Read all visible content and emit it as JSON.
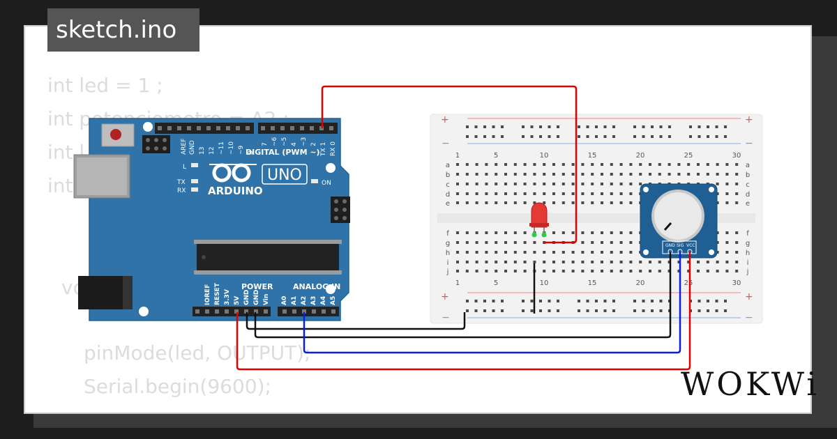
{
  "file_tab": {
    "name": "sketch.ino"
  },
  "code": {
    "lines": [
      "int led = 1 ;",
      "int potenciometro = A2 ;",
      "int l",
      "int",
      "vo",
      "pinMode(led, OUTPUT);",
      "Serial.begin(9600);"
    ]
  },
  "arduino": {
    "logo_text": "ARDUINO",
    "model": "UNO",
    "digital_label": "DIGITAL (PWM ~)",
    "digital_pins": [
      "AREF",
      "GND",
      "13",
      "12",
      "~11",
      "~10",
      "~9",
      "8",
      "7",
      "~6",
      "~5",
      "4",
      "~3",
      "2",
      "TX 1",
      "RX 0"
    ],
    "led_labels": {
      "l": "L",
      "tx": "TX",
      "rx": "RX",
      "on": "ON"
    },
    "power_label": "POWER",
    "analog_label": "ANALOG IN",
    "power_pins": [
      "IOREF",
      "RESET",
      "3.3V",
      "5V",
      "GND",
      "GND",
      "Vin"
    ],
    "analog_pins": [
      "A0",
      "A1",
      "A2",
      "A3",
      "A4",
      "A5"
    ]
  },
  "breadboard": {
    "column_numbers": [
      "1",
      "5",
      "10",
      "15",
      "20",
      "25",
      "30"
    ],
    "rows_top": [
      "a",
      "b",
      "c",
      "d",
      "e"
    ],
    "rows_bottom": [
      "f",
      "g",
      "h",
      "i",
      "j"
    ],
    "rail_plus": "+",
    "rail_minus": "−"
  },
  "potentiometer": {
    "pins": [
      "GND",
      "SIG",
      "VCC"
    ]
  },
  "led": {
    "color": "#e53935"
  },
  "wires": {
    "red": "#e00000",
    "black": "#111111",
    "blue": "#0a1ee0"
  },
  "brand": {
    "logo": "WOKWi"
  }
}
